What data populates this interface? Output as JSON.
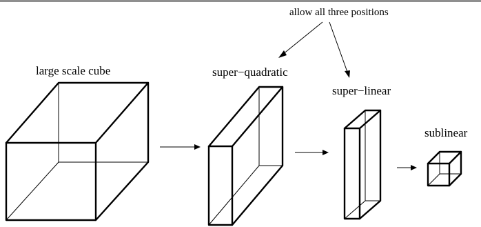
{
  "labels": {
    "annotation": "allow all three positions",
    "cube": "large scale cube",
    "quadratic": "super−quadratic",
    "linear": "super−linear",
    "sublinear": "sublinear"
  }
}
